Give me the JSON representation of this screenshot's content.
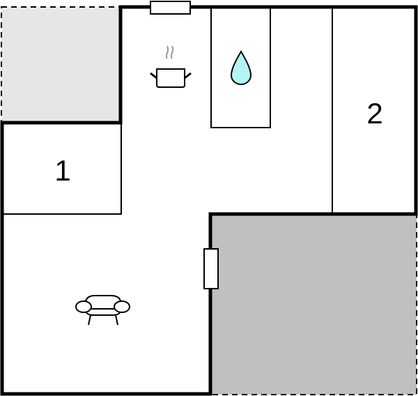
{
  "diagram": {
    "type": "floor-plan",
    "colors": {
      "background": "#ffffff",
      "wall": "#000000",
      "outdoor_area_light": "#e6e6e6",
      "outdoor_area_dark": "#c0c0c0",
      "water_drop": "#b3f5f5",
      "steam": "#999999"
    },
    "rooms": [
      {
        "id": "room-1",
        "label": "1"
      },
      {
        "id": "room-2",
        "label": "2"
      }
    ],
    "icons": [
      {
        "name": "cooking-pot-icon",
        "meaning": "kitchen"
      },
      {
        "name": "water-drop-icon",
        "meaning": "bathroom"
      },
      {
        "name": "sofa-icon",
        "meaning": "living room"
      }
    ],
    "windows": [
      {
        "id": "window-top"
      },
      {
        "id": "window-side"
      }
    ],
    "areas": [
      {
        "id": "terrace-light",
        "shade": "light gray",
        "border": "dashed"
      },
      {
        "id": "terrace-dark",
        "shade": "dark gray",
        "border": "dashed"
      }
    ]
  }
}
